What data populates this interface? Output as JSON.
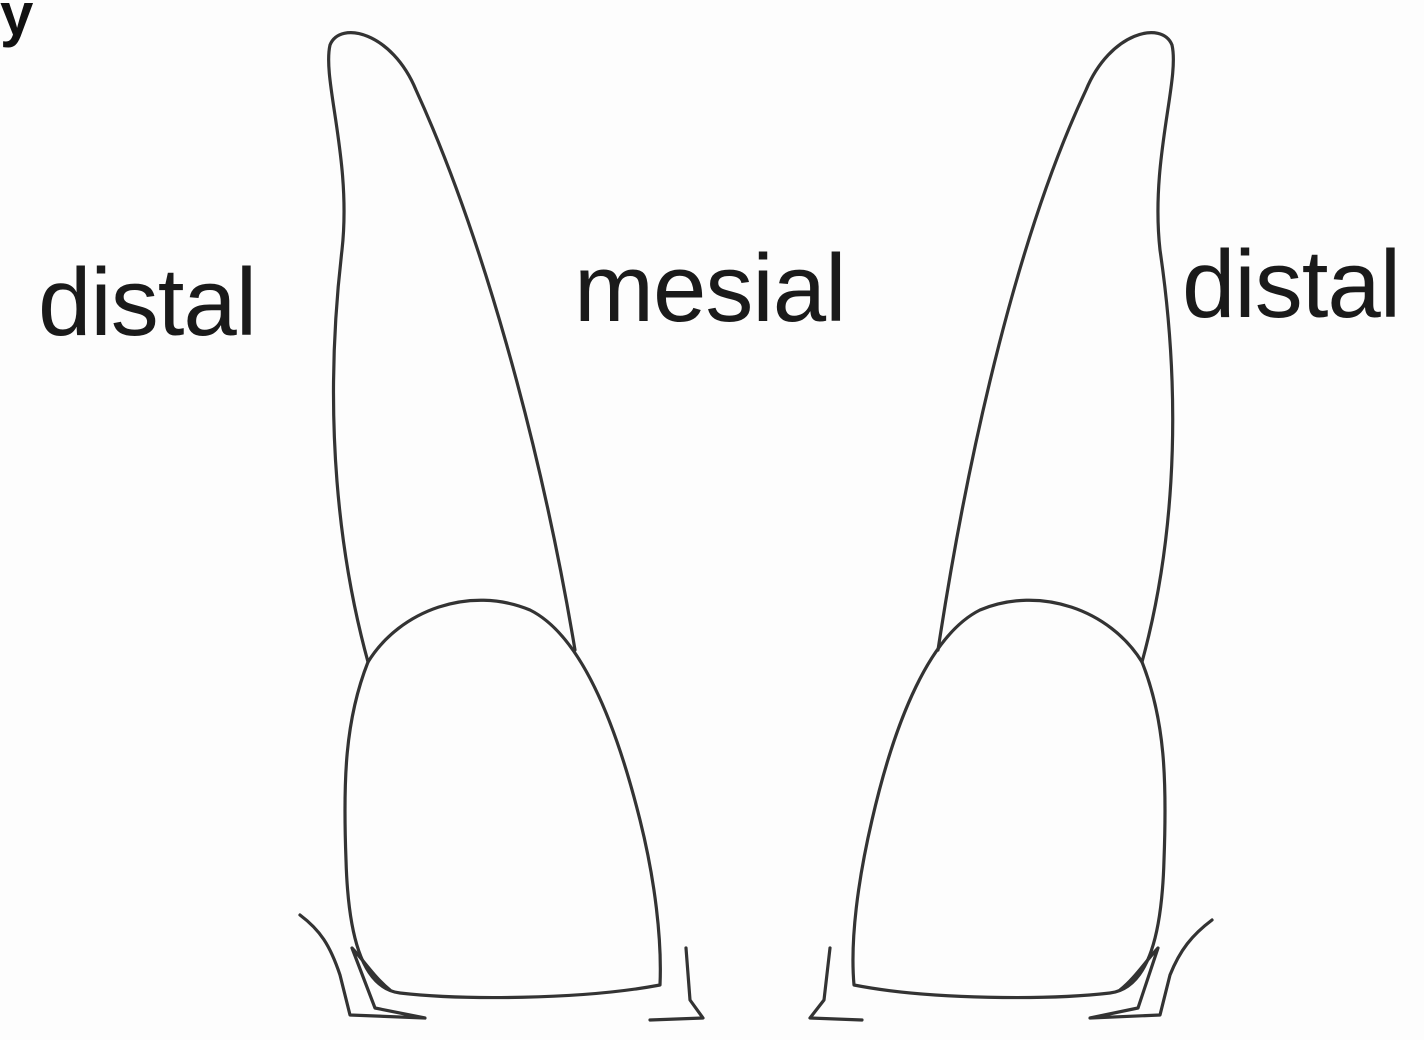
{
  "labels": {
    "distal_left": "distal",
    "mesial": "mesial",
    "distal_right": "distal"
  },
  "colors": {
    "line": "#333333",
    "text": "#1a1a1a",
    "background": "#fdfdfd"
  }
}
